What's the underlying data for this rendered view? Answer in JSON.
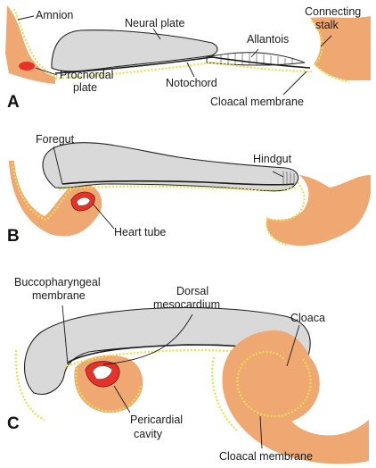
{
  "panels": [
    {
      "letter": "A",
      "labels": {
        "amnion": "Amnion",
        "neural_plate": "Neural plate",
        "connecting_stalk_1": "Connecting",
        "connecting_stalk_2": "stalk",
        "allantois": "Allantois",
        "prochordal_1": "Prochordal",
        "prochordal_2": "plate",
        "notochord": "Notochord",
        "cloacal_membrane": "Cloacal membrane"
      }
    },
    {
      "letter": "B",
      "labels": {
        "foregut": "Foregut",
        "hindgut": "Hindgut",
        "heart_tube": "Heart tube"
      }
    },
    {
      "letter": "C",
      "labels": {
        "bucco_1": "Buccopharyngeal",
        "bucco_2": "membrane",
        "dorsal_1": "Dorsal",
        "dorsal_2": "mesocardium",
        "cloaca": "Cloaca",
        "pericardial_1": "Pericardial",
        "pericardial_2": "cavity",
        "cloacal_membrane": "Cloacal membrane"
      }
    }
  ],
  "colors": {
    "mesoderm": "#efa872",
    "ectoderm": "#d9d9d9",
    "endoderm_dots": "#e6df4e",
    "heart": "#e7322a"
  }
}
